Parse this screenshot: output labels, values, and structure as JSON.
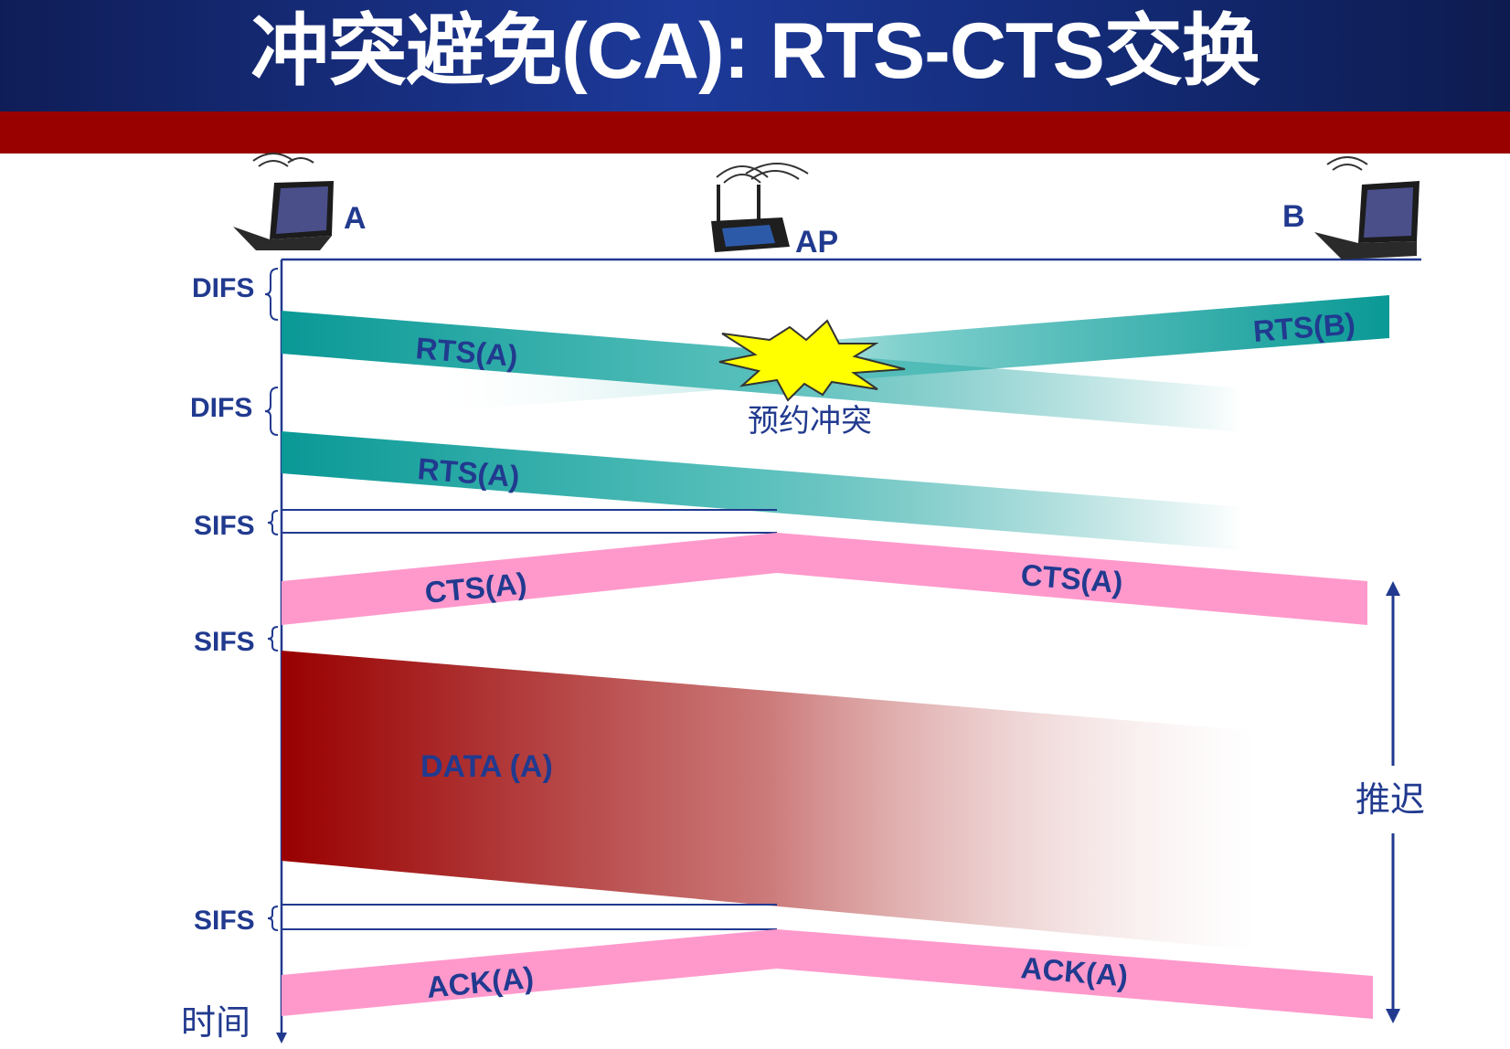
{
  "title": "冲突避免(CA): RTS-CTS交换",
  "colors": {
    "title_bg": "#14307e",
    "red_bar": "#990000",
    "label_blue": "#213a8f",
    "rts_teal": "#0a9996",
    "cts_pink": "#ff99cc",
    "data_red": "#990000",
    "collision_yellow": "#ffff00"
  },
  "nodes": {
    "a": "A",
    "ap": "AP",
    "b": "B"
  },
  "icons": {
    "a": "laptop-wifi-icon",
    "ap": "wireless-router-icon",
    "b": "laptop-wifi-icon"
  },
  "intervals": {
    "difs1": "DIFS",
    "difs2": "DIFS",
    "sifs1": "SIFS",
    "sifs2": "SIFS",
    "sifs3": "SIFS"
  },
  "frames": {
    "rts_a_1": "RTS(A)",
    "rts_b": "RTS(B)",
    "rts_a_2": "RTS(A)",
    "cts_left": "CTS(A)",
    "cts_right": "CTS(A)",
    "data": "DATA (A)",
    "ack_left": "ACK(A)",
    "ack_right": "ACK(A)"
  },
  "annotations": {
    "collision": "预约冲突",
    "defer": "推迟",
    "time": "时间"
  }
}
